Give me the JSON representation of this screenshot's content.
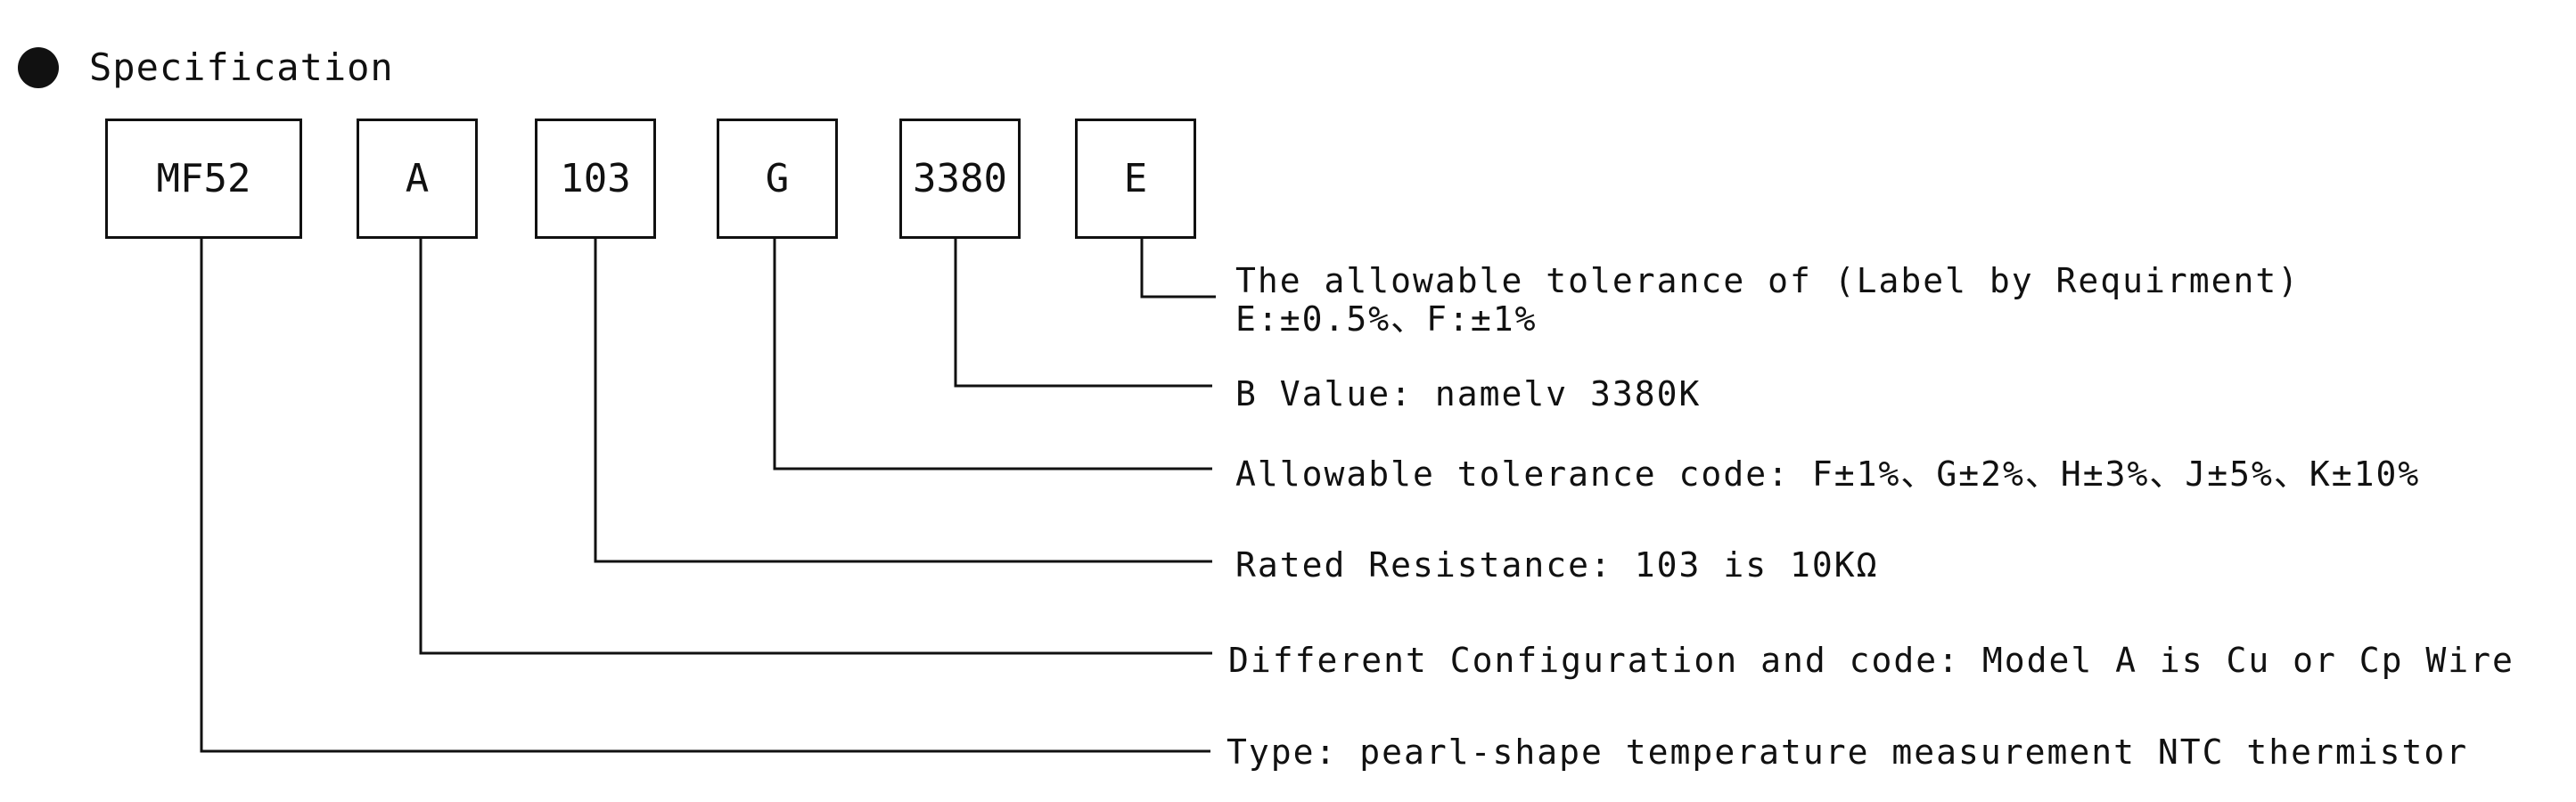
{
  "heading": "Specification",
  "boxes": [
    {
      "code": "MF52",
      "description": "Type: pearl-shape temperature measurement NTC thermistor"
    },
    {
      "code": "A",
      "description": "Different Configuration and code: Model A is Cu or Cp Wire"
    },
    {
      "code": "103",
      "description": "Rated Resistance: 103 is 10KΩ"
    },
    {
      "code": "G",
      "description": "Allowable tolerance code: F±1%、G±2%、H±3%、J±5%、K±10%"
    },
    {
      "code": "3380",
      "description": "B Value: namelv 3380K"
    },
    {
      "code": "E",
      "description": "The allowable tolerance of (Label by Requirment)",
      "description_line2": "E:±0.5%、F:±1%"
    }
  ]
}
